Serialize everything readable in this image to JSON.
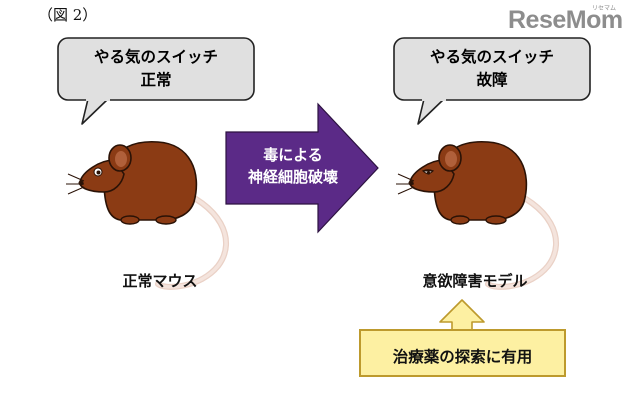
{
  "figure_label": "（図 2）",
  "logo": {
    "text": "ReseMom",
    "subtext": "リセマム"
  },
  "left_bubble": {
    "line1": "やる気のスイッチ",
    "line2": "正常"
  },
  "right_bubble": {
    "line1": "やる気のスイッチ",
    "line2": "故障"
  },
  "arrow": {
    "line1": "毒による",
    "line2": "神経細胞破壊"
  },
  "left_caption": "正常マウス",
  "right_caption": "意欲障害モデル",
  "bottom_box": "治療薬の探索に有用",
  "colors": {
    "arrow": "#5b2a87",
    "bubble_fill": "#e0e0e0",
    "mouse_body": "#8b3b14",
    "tail": "#f1ddd4",
    "box_fill": "#fdf0a2",
    "box_border": "#bd9a2d"
  }
}
